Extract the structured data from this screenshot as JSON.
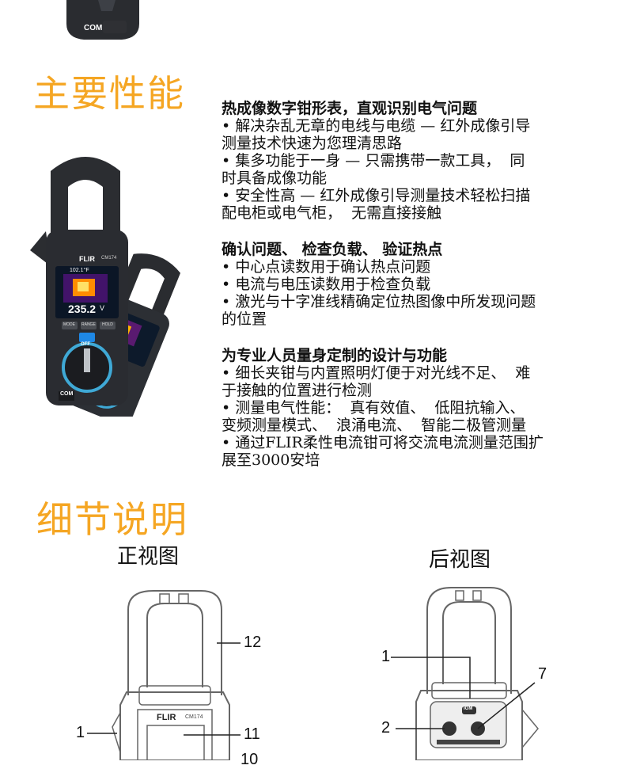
{
  "top_device": {
    "com_label": "COM"
  },
  "main_features": {
    "heading": "主要性能"
  },
  "features": [
    {
      "title": "热成像数字钳形表，直观识别电气问题",
      "lines": [
        "• 解决杂乱无章的电线与电缆 — 红外成像引导",
        "测量技术快速为您理清思路",
        "• 集多功能于一身 — 只需携带一款工具，  同",
        "时具备成像功能",
        "• 安全性高 — 红外成像引导测量技术轻松扫描",
        "配电柜或电气柜，  无需直接接触"
      ]
    },
    {
      "title": "确认问题、  检查负载、  验证热点",
      "lines": [
        "• 中心点读数用于确认热点问题",
        "• 电流与电压读数用于检查负载",
        "• 激光与十字准线精确定位热图像中所发现问题",
        "的位置"
      ]
    },
    {
      "title": "为专业人员量身定制的设计与功能",
      "lines": [
        "• 细长夹钳与内置照明灯便于对光线不足、  难",
        "于接触的位置进行检测",
        "• 测量电气性能：  真有效值、  低阻抗输入、",
        "变频测量模式、  浪涌电流、  智能二极管测量",
        "• 通过FLIR柔性电流钳可将交流电流测量范围扩",
        "展至3000安培"
      ]
    }
  ],
  "product_photo": {
    "brand": "FLIR",
    "model": "CM174",
    "reading_top": "102.1°F",
    "reading_main": "235.2",
    "reading_unit": "V",
    "btn_mode": "MODE",
    "btn_range": "RANGE",
    "btn_hold": "HOLD",
    "dial_off": "OFF",
    "com_label": "COM"
  },
  "details": {
    "heading": "细节说明"
  },
  "front_view": {
    "title": "正视图",
    "brand": "FLIR",
    "model": "CM174",
    "callouts": {
      "c12": "12",
      "c11": "11",
      "c1": "1",
      "c10": "10"
    }
  },
  "rear_view": {
    "title": "后视图",
    "badge": "IGM",
    "callouts": {
      "c1": "1",
      "c7": "7",
      "c2": "2"
    }
  },
  "colors": {
    "accent": "#f5a623",
    "device_body": "#2b2e33",
    "device_dark": "#1c1e22",
    "outline": "#666666"
  }
}
